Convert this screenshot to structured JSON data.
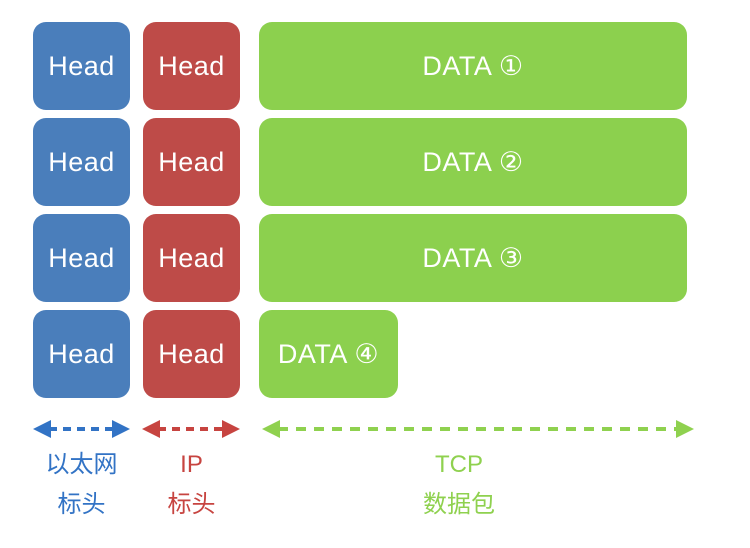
{
  "diagram_title": "ethernet-ip-tcp-encapsulation",
  "palette": {
    "ethernet_block": "#4A7EBB",
    "ip_block": "#BE4B48",
    "tcp_block": "#8CD04E",
    "ethernet_accent": "#3273C5",
    "ip_accent": "#C74440",
    "tcp_accent": "#8FD14F"
  },
  "rows": [
    {
      "ethernet": "Head",
      "ip": "Head",
      "data": "DATA ①"
    },
    {
      "ethernet": "Head",
      "ip": "Head",
      "data": "DATA ②"
    },
    {
      "ethernet": "Head",
      "ip": "Head",
      "data": "DATA ③"
    },
    {
      "ethernet": "Head",
      "ip": "Head",
      "data": "DATA ④"
    }
  ],
  "legend": {
    "ethernet": {
      "line1": "以太网",
      "line2": "标头"
    },
    "ip": {
      "line1": "IP",
      "line2": "标头"
    },
    "tcp": {
      "line1": "TCP",
      "line2": "数据包"
    }
  }
}
